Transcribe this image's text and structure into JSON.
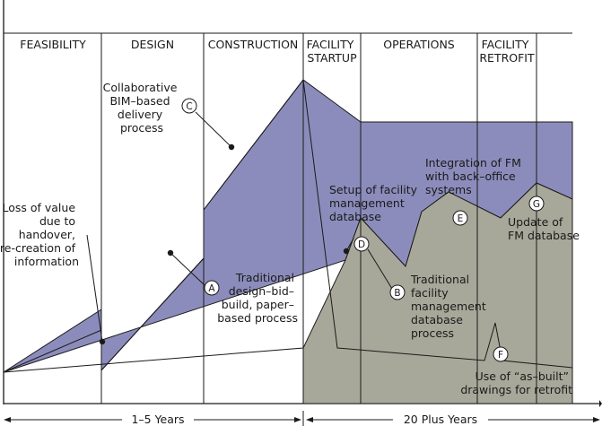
{
  "phases": [
    {
      "id": "feasibility",
      "lines": [
        "FEASIBILITY"
      ]
    },
    {
      "id": "design",
      "lines": [
        "DESIGN"
      ]
    },
    {
      "id": "construction",
      "lines": [
        "CONSTRUCTION"
      ]
    },
    {
      "id": "facility-startup",
      "lines": [
        "FACILITY",
        "STARTUP"
      ]
    },
    {
      "id": "operations",
      "lines": [
        "OPERATIONS"
      ]
    },
    {
      "id": "facility-retrofit",
      "lines": [
        "FACILITY",
        "RETROFIT"
      ]
    }
  ],
  "annotations": {
    "bim": [
      "Collaborative",
      "BIM–based",
      "delivery",
      "process"
    ],
    "loss": [
      "Loss of value",
      "due to",
      "handover,",
      "re-creation of",
      "information"
    ],
    "traditional": [
      "Traditional",
      "design–bid–",
      "build, paper–",
      "based process"
    ],
    "setup": [
      "Setup of facility",
      "management",
      "database"
    ],
    "integration": [
      "Integration of FM",
      "with back–office",
      "systems"
    ],
    "tfm": [
      "Traditional",
      "facility",
      "management",
      "database",
      "process"
    ],
    "update": [
      "Update of",
      "FM database"
    ],
    "asbuilt": [
      "Use of “as–built”",
      "drawings for retrofit"
    ]
  },
  "markers": {
    "a": "A",
    "b": "B",
    "c": "C",
    "d": "D",
    "e": "E",
    "f": "F",
    "g": "G"
  },
  "timeline": {
    "left": "1–5 Years",
    "right": "20 Plus Years"
  },
  "colors": {
    "bim_fill": "#8c8cbc",
    "traditional_fill": "#a8a89a",
    "line": "#1a1a1a"
  }
}
